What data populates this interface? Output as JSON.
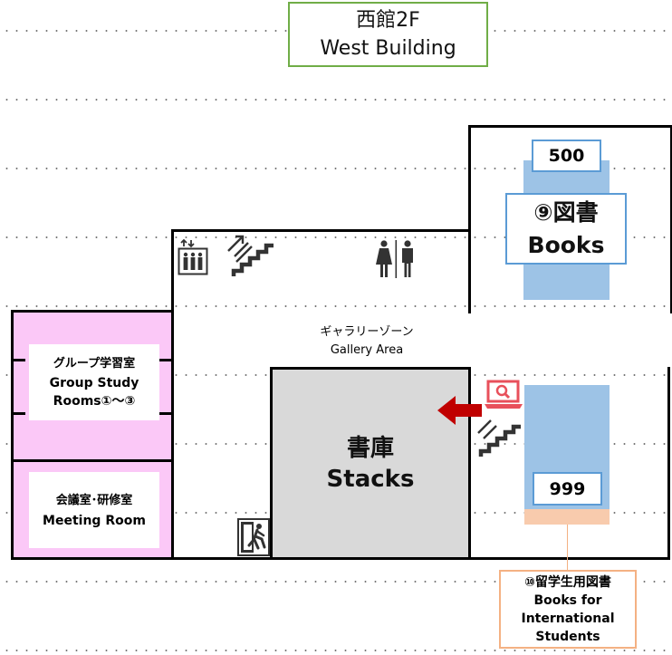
{
  "title": {
    "line1": "西館2F",
    "line2": "West Building"
  },
  "rooms": {
    "group_study": {
      "line1": "グループ学習室",
      "line2": "Group Study",
      "line3": "Rooms①～③"
    },
    "meeting": {
      "line1": "会議室･研修室",
      "line2": "Meeting Room"
    },
    "stacks": {
      "line1": "書庫",
      "line2": "Stacks"
    },
    "gallery": {
      "line1": "ギャラリーゾーン",
      "line2": "Gallery Area"
    }
  },
  "shelves": {
    "books": {
      "start_number": "500",
      "label_line1": "⑨図書",
      "label_line2": "Books"
    },
    "international": {
      "end_number": "999",
      "line1": "⑩留学生用図書",
      "line2": "Books for",
      "line3": "International",
      "line4": "Students"
    }
  },
  "icons": [
    "elevator-icon",
    "stairs-icon",
    "restroom-icon",
    "computer-search-icon",
    "emergency-exit-icon",
    "arrow-left-icon"
  ],
  "colors": {
    "pink_room": "#fbc8f7",
    "stacks_gray": "#d9d9d9",
    "shelf_blue": "#9dc3e6",
    "shelf_peach": "#f8cbad",
    "label_border_blue": "#5b9bd5",
    "title_border_green": "#70ad47",
    "arrow_red": "#c00000",
    "opac_icon_red": "#e8505b"
  }
}
